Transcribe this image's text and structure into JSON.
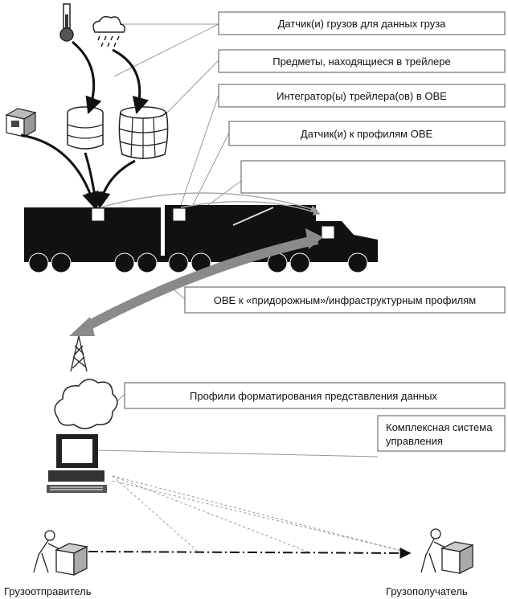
{
  "labels": {
    "cargo_sensors": "Датчик(и) грузов для данных груза",
    "trailer_items": "Предметы,  находящиеся в трейлере",
    "trailer_integrators": "Интегратор(ы) трейлера(ов) в OBE",
    "sensor_profiles": "Датчик(и) к профилям OBE",
    "roadside_profiles": "OBE к «придорожным»/инфраструктурным профилям",
    "formatting_profiles": "Профили форматирования представления данных",
    "management_line1": "Комплексная система",
    "management_line2": "управления",
    "shipper": "Грузоотправитель",
    "consignee": "Грузополучатель"
  },
  "colors": {
    "truck": "#111111",
    "wide_arrow": "#8a8a8a",
    "box_border": "#555555"
  }
}
